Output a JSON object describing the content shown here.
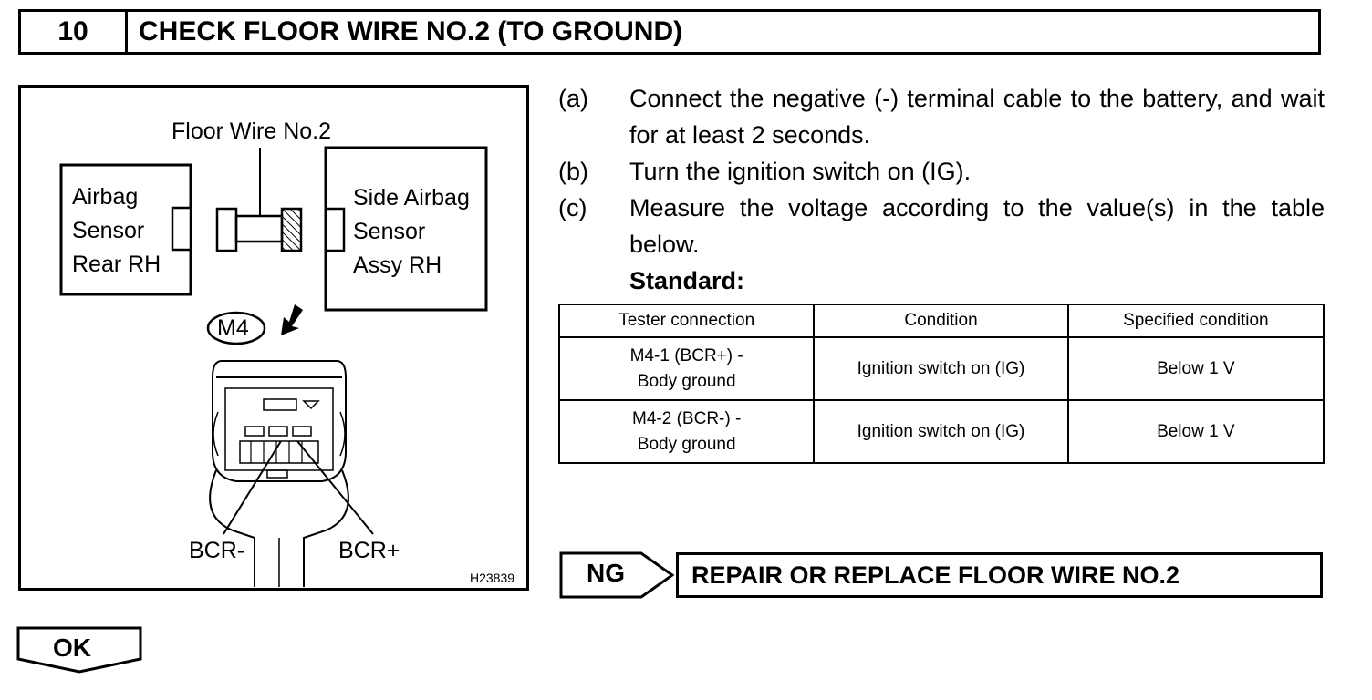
{
  "header": {
    "number": "10",
    "title": "CHECK FLOOR WIRE NO.2 (TO GROUND)"
  },
  "figure": {
    "floor_wire_label": "Floor Wire No.2",
    "left_box": [
      "Airbag",
      "Sensor",
      "Rear RH"
    ],
    "right_box": [
      "Side Airbag",
      "Sensor",
      "Assy RH"
    ],
    "connector_label": "M4",
    "pin_left_label": "BCR-",
    "pin_right_label": "BCR+",
    "figure_code": "H23839"
  },
  "steps": [
    {
      "letter": "(a)",
      "text": "Connect the negative (-) terminal cable to the battery, and wait for at least 2 seconds."
    },
    {
      "letter": "(b)",
      "text": "Turn the ignition switch on (IG)."
    },
    {
      "letter": "(c)",
      "text": "Measure the voltage according to the value(s) in the table below."
    }
  ],
  "standard_label": "Standard:",
  "table": {
    "headers": [
      "Tester connection",
      "Condition",
      "Specified condition"
    ],
    "rows": [
      {
        "connection_line1": "M4-1 (BCR+) -",
        "connection_line2": "Body ground",
        "condition": "Ignition switch on (IG)",
        "specified": "Below 1 V"
      },
      {
        "connection_line1": "M4-2 (BCR-) -",
        "connection_line2": "Body ground",
        "condition": "Ignition switch on (IG)",
        "specified": "Below 1 V"
      }
    ]
  },
  "ng": {
    "label": "NG",
    "action": "REPAIR OR REPLACE FLOOR WIRE NO.2"
  },
  "ok": {
    "label": "OK"
  }
}
